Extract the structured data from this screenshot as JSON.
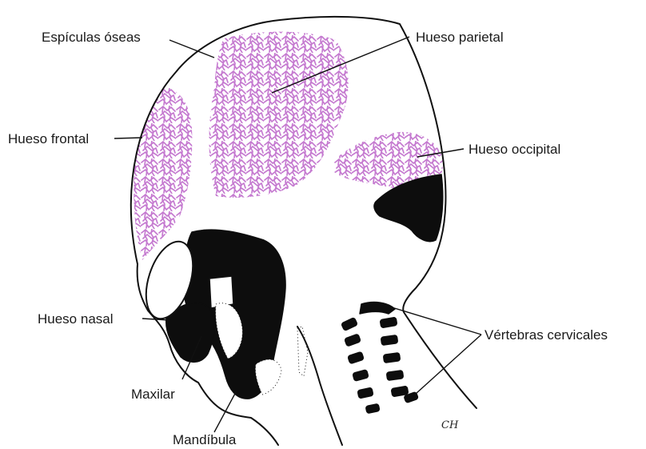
{
  "colors": {
    "ossification": "#c57ad0",
    "ink": "#111111",
    "background": "#ffffff"
  },
  "labels": {
    "espiculas": "Espículas óseas",
    "parietal": "Hueso parietal",
    "frontal": "Hueso frontal",
    "occipital": "Hueso occipital",
    "nasal": "Hueso nasal",
    "vertebras": "Vértebras cervicales",
    "maxilar": "Maxilar",
    "mandibula": "Mandíbula"
  },
  "signature": "CH"
}
